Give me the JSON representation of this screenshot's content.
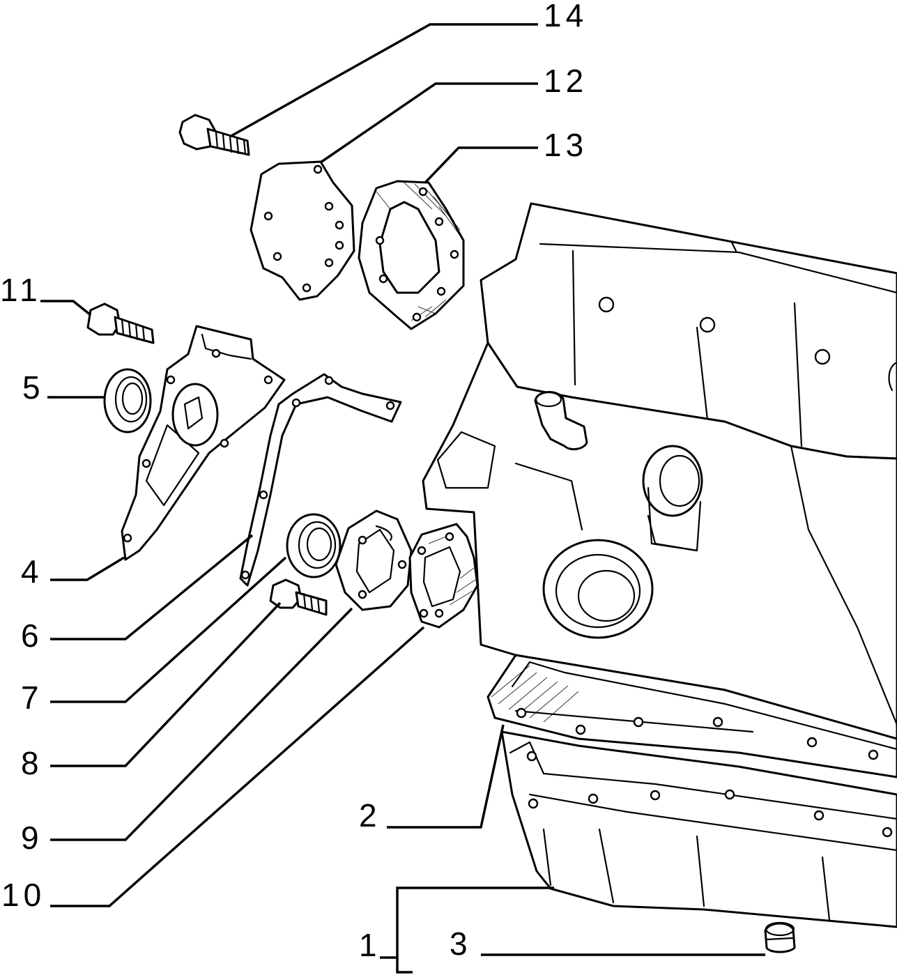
{
  "diagram": {
    "callouts": [
      {
        "id": "14",
        "text": "14"
      },
      {
        "id": "12",
        "text": "12"
      },
      {
        "id": "13",
        "text": "13"
      },
      {
        "id": "11",
        "text": "11"
      },
      {
        "id": "5",
        "text": "5"
      },
      {
        "id": "4",
        "text": "4"
      },
      {
        "id": "6",
        "text": "6"
      },
      {
        "id": "7",
        "text": "7"
      },
      {
        "id": "8",
        "text": "8"
      },
      {
        "id": "9",
        "text": "9"
      },
      {
        "id": "10",
        "text": "10"
      },
      {
        "id": "2",
        "text": "2"
      },
      {
        "id": "1",
        "text": "1"
      },
      {
        "id": "3",
        "text": "3"
      }
    ]
  }
}
